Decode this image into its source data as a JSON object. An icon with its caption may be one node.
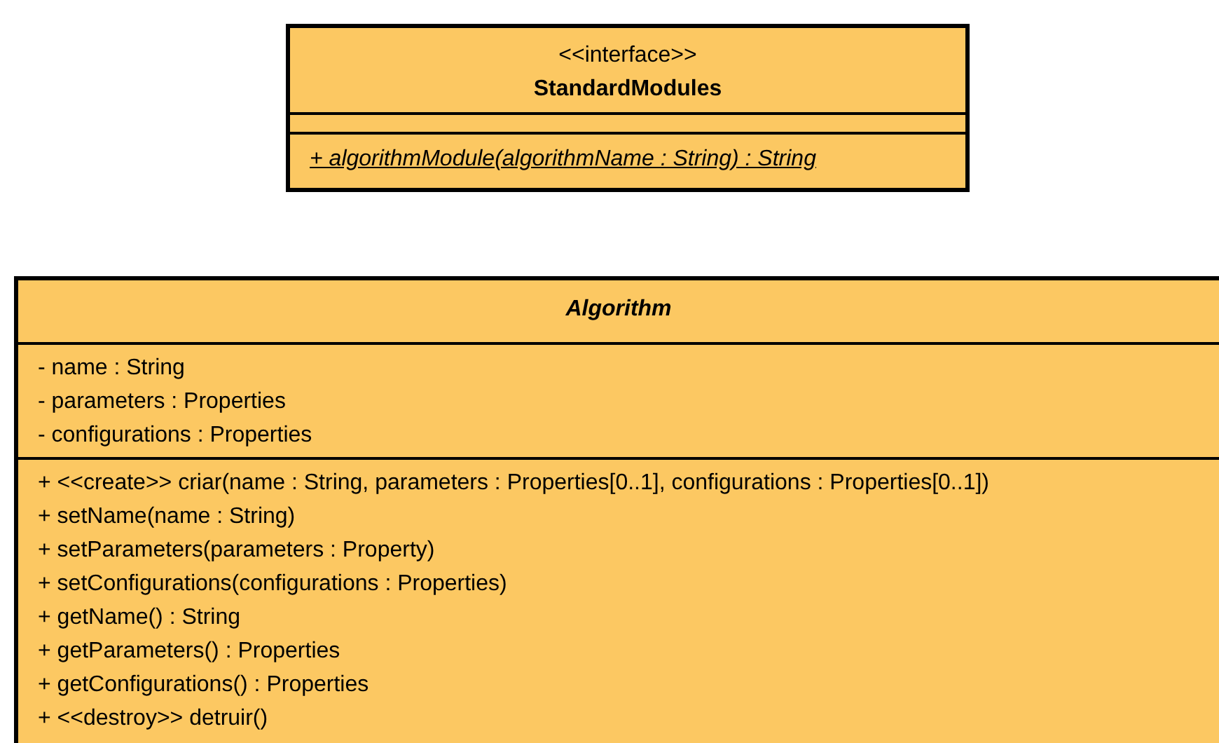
{
  "diagram": {
    "nodes": [
      {
        "text": [
          "<<interface>>",
          "StandardModules",
          "+ algorithmModule(algorithmName : String) : String"
        ]
      },
      {
        "text": [
          "Algorithm",
          "- name : String",
          "- parameters : Properties",
          "- configurations : Properties",
          "+ <<create>> criar(name : String, parameters : Properties[0..1], configurations : Properties[0..1])",
          "+ setName(name : String)",
          "+ setParameters(parameters : Property)",
          "+ setConfigurations(configurations : Properties)",
          "+ getName() : String",
          "+ getParameters() : Properties",
          "+ getConfigurations() : Properties",
          "+ <<destroy>> detruir()"
        ]
      }
    ]
  }
}
